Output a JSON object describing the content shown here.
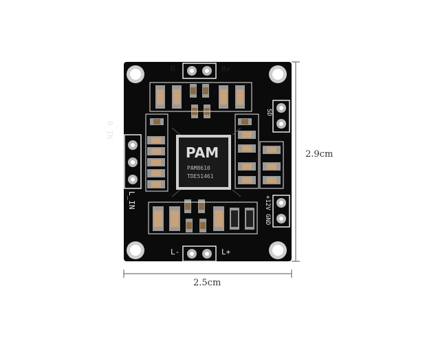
{
  "dimensions": {
    "height_label": "2.9cm",
    "width_label": "2.5cm"
  },
  "silkscreen": {
    "r_minus": "R-",
    "r_plus": "R+",
    "l_minus": "L-",
    "l_plus": "L+",
    "r_in": "R_IN",
    "l_in": "L_IN",
    "sd": "SD",
    "power": "+12V GND"
  },
  "chip": {
    "brand": "PAM",
    "model": "PAM8610",
    "code": "TDE51461"
  },
  "colors": {
    "pcb": "#0b0b0b",
    "silk": "#e8e8e8",
    "pad": "#b9b9b9",
    "dimension_line": "#555555"
  }
}
